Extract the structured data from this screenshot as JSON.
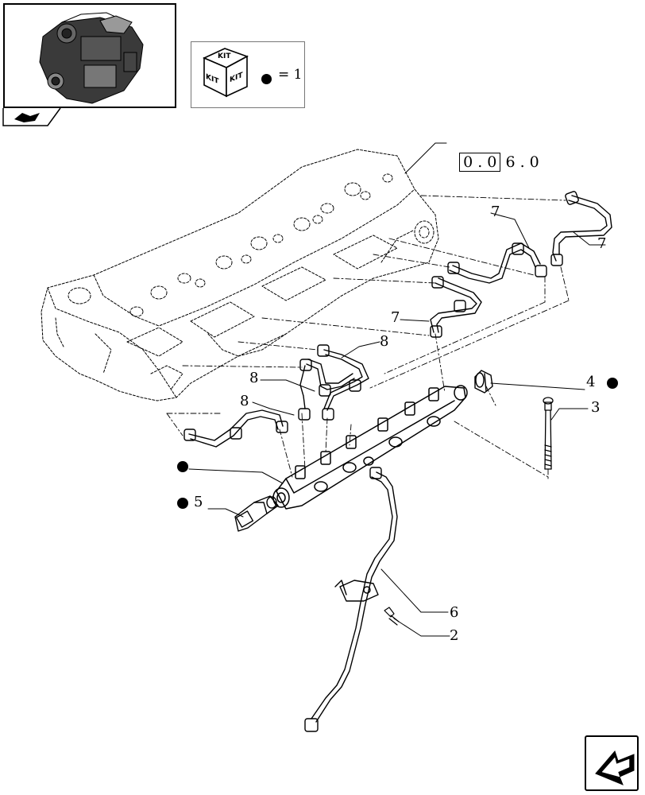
{
  "diagram": {
    "section_reference": {
      "boxed": "0 . 0",
      "rest": "6 . 0"
    },
    "kit_legend": {
      "kit_label": "KIT",
      "equals_text": "= 1"
    },
    "callouts": {
      "c7a": "7",
      "c7b": "7",
      "c7c": "7",
      "c8a": "8",
      "c8b": "8",
      "c8c": "8",
      "c4": "4",
      "c3": "3",
      "c5": "5",
      "c6": "6",
      "c2": "2"
    },
    "colors": {
      "line": "#000000",
      "background": "#ffffff",
      "dash": "#000000"
    }
  }
}
